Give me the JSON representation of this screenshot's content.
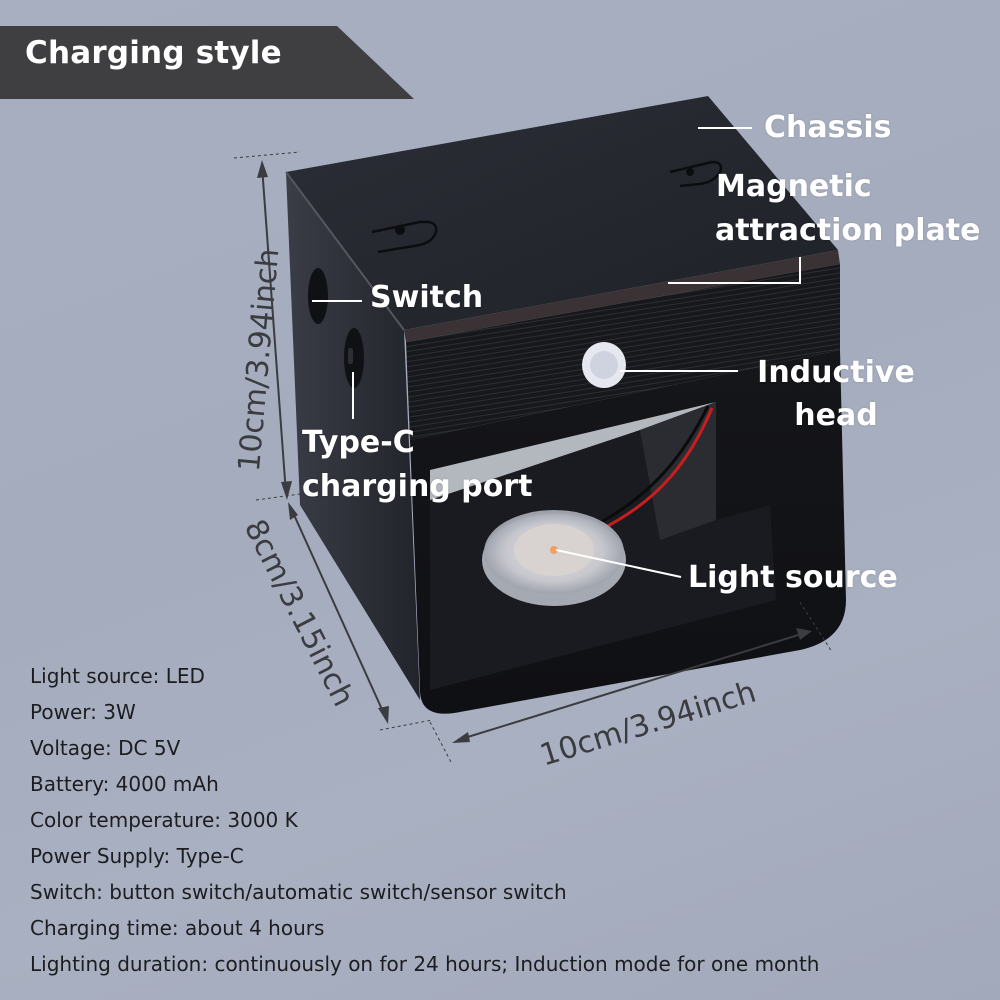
{
  "banner": {
    "title": "Charging style"
  },
  "callouts": {
    "chassis": "Chassis",
    "magnetic_line1": "Magnetic",
    "magnetic_line2": "attraction plate",
    "switch": "Switch",
    "typec_line1": "Type-C",
    "typec_line2": "charging port",
    "inductive_line1": "Inductive",
    "inductive_line2": "head",
    "light_source": "Light source"
  },
  "dimensions": {
    "height": "10cm/3.94inch",
    "depth": "8cm/3.15inch",
    "width": "10cm/3.94inch"
  },
  "specs": [
    "Light source: LED",
    "Power: 3W",
    "Voltage: DC 5V",
    "Battery: 4000 mAh",
    "Color temperature: 3000 K",
    "Power Supply: Type-C",
    "Switch: button switch/automatic switch/sensor switch",
    "Charging time: about 4 hours",
    "Lighting duration: continuously on for 24 hours; Induction mode for one month"
  ],
  "colors": {
    "background": "#a6aebf",
    "banner": "#3f3f41",
    "product_body": "#1c1d22",
    "wire_red": "#c81e1e",
    "led_warm": "#f0a060"
  }
}
